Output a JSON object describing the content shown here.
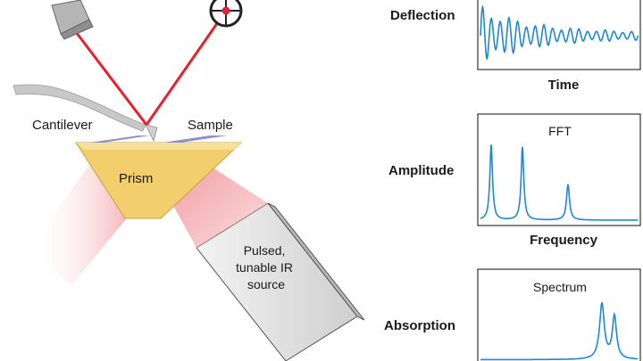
{
  "setup": {
    "cantilever_label": "Cantilever",
    "sample_label": "Sample",
    "prism_label": "Prism",
    "source_label_lines": [
      "Pulsed,",
      "tunable IR",
      "source"
    ]
  },
  "plots": [
    {
      "id": "deflection",
      "y_label": "Deflection",
      "x_label": "Time",
      "inner_title": ""
    },
    {
      "id": "fft",
      "y_label": "Amplitude",
      "x_label": "Frequency",
      "inner_title": "FFT"
    },
    {
      "id": "spectrum",
      "y_label": "Absorption",
      "x_label": "",
      "inner_title": "Spectrum"
    }
  ],
  "colors": {
    "laser": "#e8202a",
    "prism": "#f2cf6c",
    "sample": "#8c8fd0",
    "ir_beam": "#f2a3a8",
    "trace": "#1e88d2",
    "source_box": "#e2e2e2"
  }
}
